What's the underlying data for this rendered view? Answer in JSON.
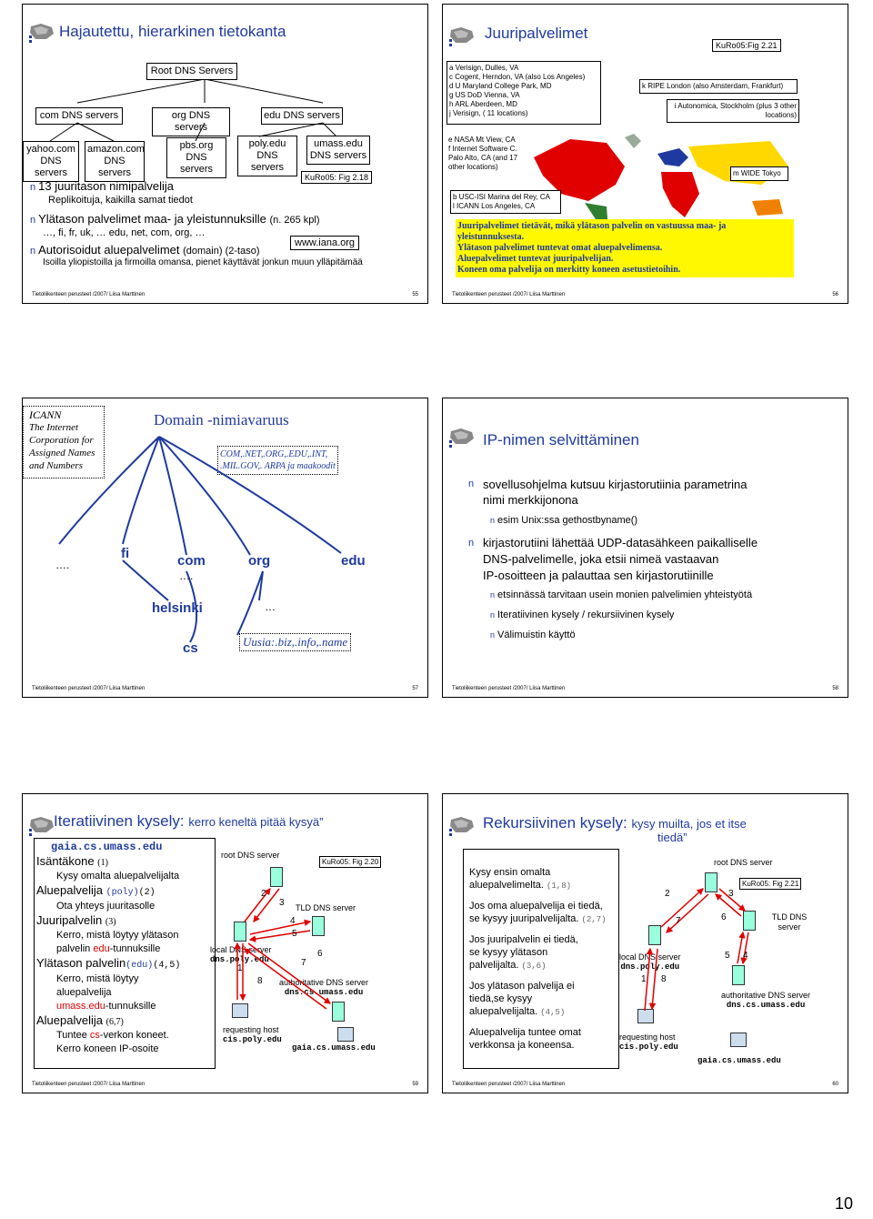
{
  "footer": "Tietoliikenteen perusteet /2007/ Liisa Marttinen",
  "page_number": "10",
  "s55": {
    "title": "Hajautettu, hierarkinen tietokanta",
    "num": "55",
    "root": "Root DNS Servers",
    "tld": [
      "com DNS servers",
      "org DNS servers",
      "edu DNS servers"
    ],
    "leaf": [
      "yahoo.com\nDNS servers",
      "amazon.com\nDNS servers",
      "pbs.org\nDNS servers",
      "poly.edu\nDNS servers",
      "umass.edu\nDNS servers"
    ],
    "kuro": "KuRo05: Fig 2.18",
    "b1": "13 juuritason nimipalvelija",
    "b1s": "Replikoituja, kaikilla samat tiedot",
    "b2": "Ylätason palvelimet maa- ja yleistunnuksille",
    "b2b": "(n. 265 kpl)",
    "b2s": "…, fi, fr, uk, … edu, net, com, org, …",
    "b3": "Autorisoidut aluepalvelimet",
    "b3b": "(domain) (2-taso)",
    "iana": "www.iana.org",
    "b3s": "Isoilla yliopistoilla ja firmoilla omansa, pienet käyttävät jonkun muun ylläpitämää"
  },
  "s56": {
    "title": "Juuripalvelimet",
    "num": "56",
    "kuro": "KuRo05:Fig 2.21",
    "us": [
      "a Verisign, Dulles, VA",
      "c Cogent, Herndon, VA (also Los Angeles)",
      "d U Maryland College Park, MD",
      "g US DoD Vienna, VA",
      "h ARL Aberdeen, MD",
      "j  Verisign, ( 11 locations)"
    ],
    "k": "k RIPE London (also Amsterdam, Frankfurt)",
    "i": "i Autonomica, Stockholm (plus 3 other locations)",
    "e": [
      "e NASA Mt View, CA",
      "f  Internet Software C.",
      "   Palo Alto, CA (and 17",
      "   other locations)"
    ],
    "m": "m WIDE Tokyo",
    "b": [
      "b USC-ISI Marina del Rey, CA",
      "l  ICANN Los Angeles, CA"
    ],
    "txt": [
      "Juuripalvelimet tietävät, mikä ylätason palvelin on vastuussa maa- ja yleistunnuksesta.",
      "Ylätason palvelimet tuntevat omat aluepalvelimensa.",
      "Aluepalvelimet tuntevat juuripalvelijan.",
      "Koneen oma palvelija on merkitty koneen asetustietoihin."
    ]
  },
  "s57": {
    "title": "Domain -nimiavaruus",
    "num": "57",
    "icann": [
      "ICANN",
      "The Internet",
      "Corporation for",
      "Assigned Names",
      "and Numbers"
    ],
    "tldnote": [
      "COM,.NET,.ORG,.EDU,.INT,",
      ".MIL.GOV,. ARPA ja maakoodit"
    ],
    "dots1": "….",
    "fi": "fi",
    "com": "com",
    "dots2": "….",
    "org": "org",
    "edu": "edu",
    "helsinki": "helsinki",
    "dots3": "…",
    "cs": "cs",
    "new": "Uusia:.biz,.info,.name"
  },
  "s58": {
    "title": "IP-nimen selvittäminen",
    "num": "58",
    "b1": [
      "sovellusohjelma kutsuu kirjastorutiinia parametrina",
      "nimi merkkijonona"
    ],
    "b1s": "esim Unix:ssa gethostbyname()",
    "b2": [
      "kirjastorutiini lähettää UDP-datasähkeen paikalliselle",
      "DNS-palvelimelle, joka etsii nimeä vastaavan",
      "IP-osoitteen ja palauttaa sen kirjastorutiinille"
    ],
    "b2s": [
      "etsinnässä tarvitaan usein monien palvelimien yhteistyötä",
      "Iteratiivinen kysely / rekursiivinen kysely",
      "Välimuistin käyttö"
    ]
  },
  "s59": {
    "title": "Iteratiivinen kysely:",
    "title2": "kerro keneltä pitää kysyä”",
    "num": "59",
    "host": "gaia.cs.umass.edu",
    "l1": "Isäntäkone",
    "l1n": "(1)",
    "l2": "Kysy omalta aluepalvelijalta",
    "l3": "Aluepalvelija",
    "l3m": "(poly)",
    "l3n": "(2)",
    "l4": "Ota yhteys juuritasolle",
    "l5": "Juuripalvelin",
    "l5n": "(3)",
    "l6": "Kerro, mistä löytyy ylätason",
    "l7a": "palvelin ",
    "l7r": "edu",
    "l7b": "-tunnuksille",
    "l8": "Ylätason palvelin",
    "l8m": "(edu)",
    "l8n": "(4,5)",
    "l9": "Kerro, mistä löytyy",
    "l10": "aluepalvelija",
    "l11r": "umass.edu",
    "l11b": "-tunnuksille",
    "l12": "Aluepalvelija",
    "l12n": "(6,7)",
    "l13a": "Tuntee ",
    "l13r": "cs",
    "l13b": "-verkon koneet.",
    "l14": "Kerro  koneen IP-osoite",
    "root": "root DNS server",
    "kuro": "KuRo05: Fig 2.20",
    "tld": "TLD DNS server",
    "local": "local DNS server",
    "localh": "dns.poly.edu",
    "auth": "authoritative DNS server",
    "authh": "dns.cs.umass.edu",
    "req": "requesting host",
    "reqh": "cis.poly.edu",
    "gaia": "gaia.cs.umass.edu",
    "nums": [
      "1",
      "2",
      "3",
      "4",
      "5",
      "6",
      "7",
      "8"
    ]
  },
  "s60": {
    "title": "Rekursiivinen kysely:",
    "title2": "kysy muilta, jos et itse",
    "title3": "tiedä”",
    "num": "60",
    "p1": [
      "Kysy ensin omalta",
      "aluepalvelimelta."
    ],
    "p1n": "(1,8)",
    "p2": [
      "Jos oma aluepalvelija ei tiedä,",
      "se kysyy juuripalvelijalta."
    ],
    "p2n": "(2,7)",
    "p3": [
      "Jos juuripalvelin ei tiedä,",
      "se kysyy ylätason",
      "palvelijalta."
    ],
    "p3n": "(3,6)",
    "p4": [
      "Jos ylätason palvelija ei",
      "tiedä,se kysyy",
      "aluepalvelijalta."
    ],
    "p4n": "(4,5)",
    "p5": [
      "Aluepalvelija tuntee omat",
      "verkkonsa ja koneensa."
    ],
    "root": "root DNS server",
    "kuro": "KuRo05: Fig 2.21",
    "tld": "TLD DNS server",
    "local": "local DNS server",
    "localh": "dns.poly.edu",
    "auth": "authoritative DNS server",
    "authh": "dns.cs.umass.edu",
    "req": "requesting host",
    "reqh": "cis.poly.edu",
    "gaia": "gaia.cs.umass.edu",
    "nums": [
      "1",
      "2",
      "3",
      "4",
      "5",
      "6",
      "7",
      "8"
    ]
  }
}
